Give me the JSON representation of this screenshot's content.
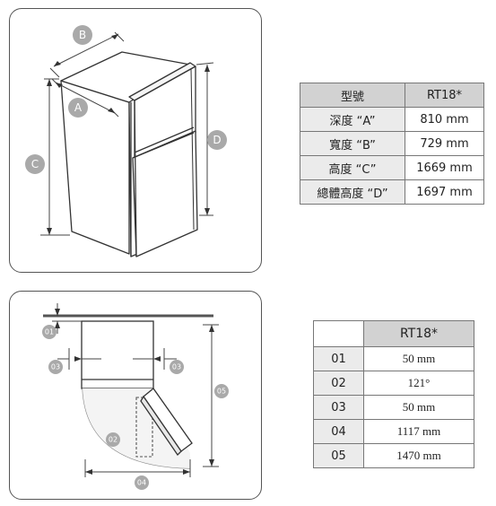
{
  "diagram_top": {
    "labels": {
      "a": "A",
      "b": "B",
      "c": "C",
      "d": "D"
    }
  },
  "diagram_bottom": {
    "labels": {
      "l01": "01",
      "l02": "02",
      "l03_left": "03",
      "l03_right": "03",
      "l04": "04",
      "l05": "05"
    }
  },
  "dimensions_table": {
    "header": {
      "label": "型號",
      "model": "RT18*"
    },
    "rows": [
      {
        "label": "深度 “A”",
        "value": "810 mm"
      },
      {
        "label": "寬度 “B”",
        "value": "729 mm"
      },
      {
        "label": "高度 “C”",
        "value": "1669 mm"
      },
      {
        "label": "總體高度 “D”",
        "value": "1697 mm"
      }
    ]
  },
  "clearance_table": {
    "header": {
      "label": "",
      "model": "RT18*"
    },
    "rows": [
      {
        "label": "01",
        "value": "50 mm"
      },
      {
        "label": "02",
        "value": "121°"
      },
      {
        "label": "03",
        "value": "50 mm"
      },
      {
        "label": "04",
        "value": "1117 mm"
      },
      {
        "label": "05",
        "value": "1470 mm"
      }
    ]
  },
  "colors": {
    "badge": "#a9a9a9",
    "line": "#333333",
    "header_bg": "#d2d2d2",
    "label_bg": "#ebebeb"
  }
}
